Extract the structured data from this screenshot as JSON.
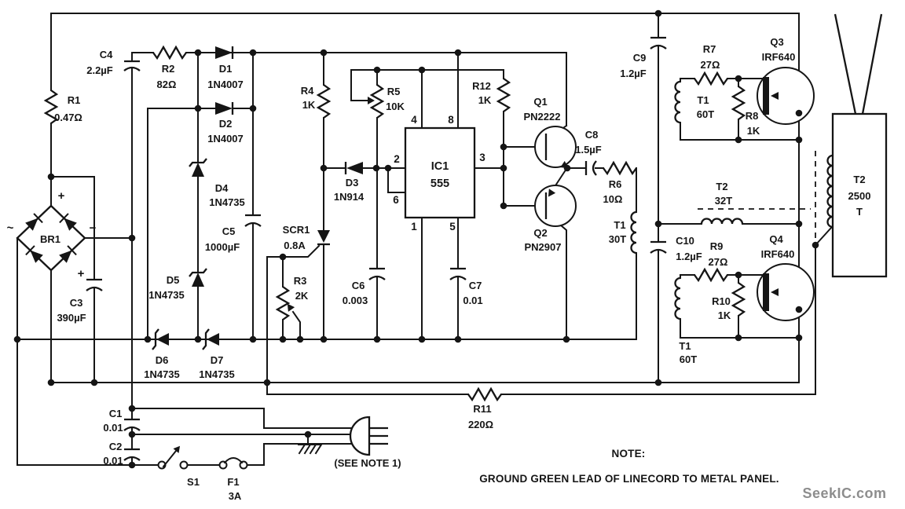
{
  "components": {
    "r1": {
      "ref": "R1",
      "value": "0.47Ω"
    },
    "r2": {
      "ref": "R2",
      "value": "82Ω"
    },
    "r3": {
      "ref": "R3",
      "value": "2K"
    },
    "r4": {
      "ref": "R4",
      "value": "1K"
    },
    "r5": {
      "ref": "R5",
      "value": "10K"
    },
    "r6": {
      "ref": "R6",
      "value": "10Ω"
    },
    "r7": {
      "ref": "R7",
      "value": "27Ω"
    },
    "r8": {
      "ref": "R8",
      "value": "1K"
    },
    "r9": {
      "ref": "R9",
      "value": "27Ω"
    },
    "r10": {
      "ref": "R10",
      "value": "1K"
    },
    "r11": {
      "ref": "R11",
      "value": "220Ω"
    },
    "r12": {
      "ref": "R12",
      "value": "1K"
    },
    "c1": {
      "ref": "C1",
      "value": "0.01"
    },
    "c2": {
      "ref": "C2",
      "value": "0.01"
    },
    "c3": {
      "ref": "C3",
      "value": "390µF",
      "polarity": "+"
    },
    "c4": {
      "ref": "C4",
      "value": "2.2µF"
    },
    "c5": {
      "ref": "C5",
      "value": "1000µF"
    },
    "c6": {
      "ref": "C6",
      "value": "0.003"
    },
    "c7": {
      "ref": "C7",
      "value": "0.01"
    },
    "c8": {
      "ref": "C8",
      "value": "1.5µF"
    },
    "c9": {
      "ref": "C9",
      "value": "1.2µF"
    },
    "c10": {
      "ref": "C10",
      "value": "1.2µF"
    },
    "d1": {
      "ref": "D1",
      "value": "1N4007"
    },
    "d2": {
      "ref": "D2",
      "value": "1N4007"
    },
    "d3": {
      "ref": "D3",
      "value": "1N914"
    },
    "d4": {
      "ref": "D4",
      "value": "1N4735"
    },
    "d5": {
      "ref": "D5",
      "value": "1N4735"
    },
    "d6": {
      "ref": "D6",
      "value": "1N4735"
    },
    "d7": {
      "ref": "D7",
      "value": "1N4735"
    },
    "br1": {
      "ref": "BR1",
      "plus": "+",
      "minus": "−",
      "ac": "~"
    },
    "scr1": {
      "ref": "SCR1",
      "value": "0.8A"
    },
    "ic1": {
      "ref": "IC1",
      "value": "555",
      "pins": {
        "p1": "1",
        "p2": "2",
        "p3": "3",
        "p4": "4",
        "p5": "5",
        "p6": "6",
        "p8": "8"
      }
    },
    "q1": {
      "ref": "Q1",
      "value": "PN2222"
    },
    "q2": {
      "ref": "Q2",
      "value": "PN2907"
    },
    "q3": {
      "ref": "Q3",
      "value": "IRF640"
    },
    "q4": {
      "ref": "Q4",
      "value": "IRF640"
    },
    "t1_primary": {
      "ref": "T1",
      "value": "30T"
    },
    "t1_secondary_top": {
      "ref": "T1",
      "value": "60T"
    },
    "t1_secondary_bottom": {
      "ref": "T1",
      "value": "60T"
    },
    "t2_primary": {
      "ref": "T2",
      "value": "32T"
    },
    "t2_secondary": {
      "ref": "T2",
      "value": "2500",
      "value2": "T"
    },
    "s1": {
      "ref": "S1"
    },
    "f1": {
      "ref": "F1",
      "value": "3A"
    }
  },
  "notes": {
    "heading": "NOTE:",
    "body": "GROUND GREEN LEAD OF LINECORD TO METAL PANEL.",
    "see_note": "(SEE NOTE 1)"
  },
  "watermark": {
    "text": "SeekIC.com"
  }
}
